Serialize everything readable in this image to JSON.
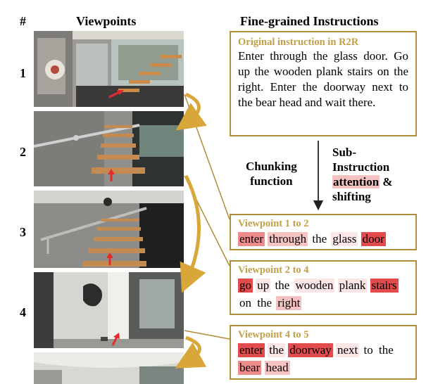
{
  "headers": {
    "number": "#",
    "viewpoints": "Viewpoints",
    "instructions": "Fine-grained Instructions"
  },
  "rows": [
    "1",
    "2",
    "3",
    "4"
  ],
  "original": {
    "title": "Original instruction in R2R",
    "text": "Enter through the glass door. Go up the wooden plank stairs on the right. Enter the doorway next to the bear head and wait there."
  },
  "chunking": {
    "line1": "Chunking",
    "line2": "function"
  },
  "sub": {
    "line1": "Sub-",
    "line2": "Instruction",
    "line3_highlight": "attention",
    "line3_rest": " &",
    "line4": "shifting"
  },
  "colors": {
    "frame": "#b08d3a",
    "title": "#c2a048",
    "arrow": "#d9a63a",
    "att_strong": "#e24c4c",
    "att_mid": "#ee8c8c",
    "att_light": "#f6c3c3"
  },
  "sub_instructions": [
    {
      "title": "Viewpoint 1 to 2",
      "words": [
        {
          "t": "enter",
          "s": 2
        },
        {
          "t": "through",
          "s": 3
        },
        {
          "t": "the",
          "s": 0
        },
        {
          "t": "glass",
          "s": 4
        },
        {
          "t": "door",
          "s": 1
        }
      ]
    },
    {
      "title": "Viewpoint 2 to 4",
      "words": [
        {
          "t": "go",
          "s": 1
        },
        {
          "t": "up",
          "s": 4
        },
        {
          "t": "the",
          "s": 0
        },
        {
          "t": "wooden",
          "s": 4
        },
        {
          "t": "plank",
          "s": 4
        },
        {
          "t": "stairs",
          "s": 1
        },
        {
          "t": "on",
          "s": 0
        },
        {
          "t": "the",
          "s": 0
        },
        {
          "t": "right",
          "s": 3
        }
      ]
    },
    {
      "title": "Viewpoint 4 to 5",
      "words": [
        {
          "t": "enter",
          "s": 1
        },
        {
          "t": "the",
          "s": 4
        },
        {
          "t": "doorway",
          "s": 1
        },
        {
          "t": "next",
          "s": 4
        },
        {
          "t": "to",
          "s": 0
        },
        {
          "t": "the",
          "s": 0
        },
        {
          "t": "bear",
          "s": 2
        },
        {
          "t": "head",
          "s": 3
        }
      ]
    }
  ]
}
